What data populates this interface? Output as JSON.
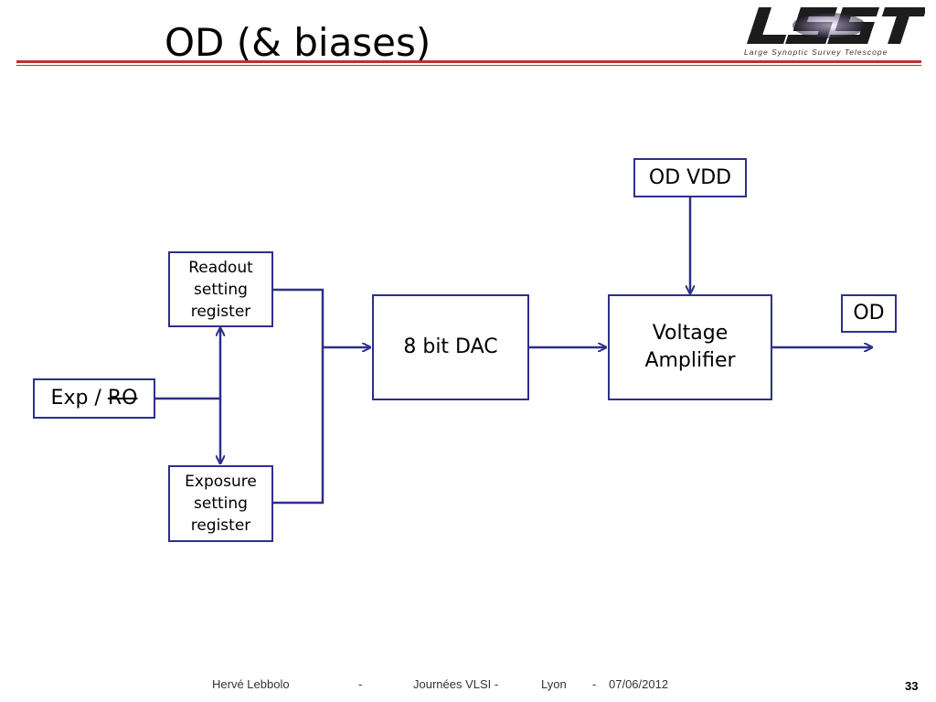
{
  "slide": {
    "title": "OD (& biases)",
    "logo_subtitle": "Large Synoptic Survey Telescope",
    "page_number": "33"
  },
  "diagram": {
    "readout_register": [
      "Readout",
      "setting",
      "register"
    ],
    "exposure_register": [
      "Exposure",
      "setting",
      "register"
    ],
    "exp_label": "Exp / ",
    "ro_label": "RO",
    "dac": "8 bit DAC",
    "amplifier": [
      "Voltage",
      "Amplifier"
    ],
    "od_vdd": "OD VDD",
    "od_out": "OD",
    "line_color": "#2e2f8c"
  },
  "footer": {
    "author": "Hervé Lebbolo",
    "sep1": "-",
    "event": "Journées VLSI -",
    "city": "Lyon",
    "sep2": "-",
    "date": "07/06/2012"
  }
}
